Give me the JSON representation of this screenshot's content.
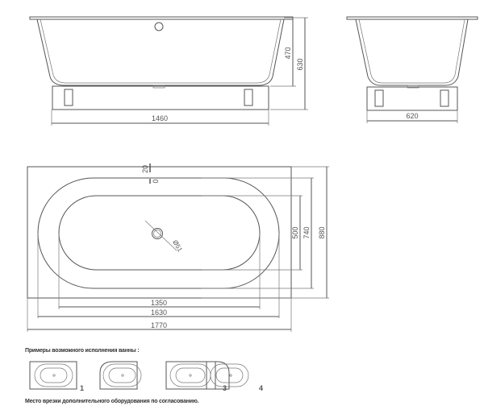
{
  "side_view": {
    "width": "1460",
    "inner_depth": "470",
    "height": "630"
  },
  "end_view": {
    "width": "620"
  },
  "plan_view": {
    "overflow_offset": "20",
    "overflow_mark": "0",
    "drain_diameter": "Ø51",
    "inner_width": "500",
    "outer_width": "740",
    "frame_width": "880",
    "inner_length": "1350",
    "outer_length": "1630",
    "frame_length": "1770"
  },
  "examples": {
    "title": "Примеры возможного исполнения ванны :",
    "labels": [
      "1",
      "3",
      "4"
    ]
  },
  "footnote": "Место врезки дополнительного оборудования по согласованию."
}
